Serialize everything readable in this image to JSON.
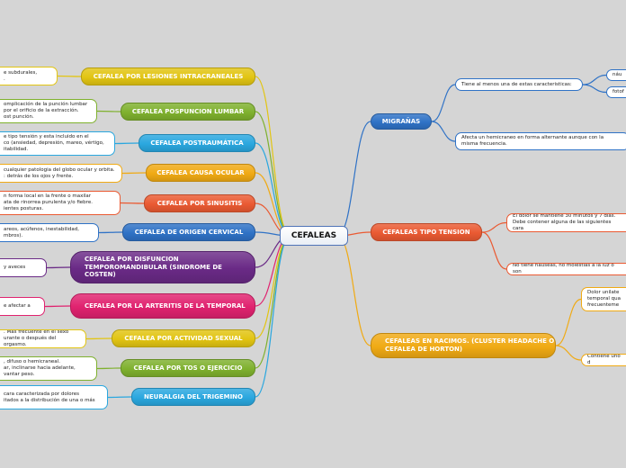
{
  "central": "CEFALEAS",
  "left_branches": [
    {
      "label": "CEFALEA POR LESIONES INTRACRANEALES",
      "color": "#e2c513",
      "note": "e subdurales,\n."
    },
    {
      "label": "CEFALEA POSPUNCION LUMBAR",
      "color": "#7fb12e",
      "note": "omplicación de la punción lumbar\npor el orificio de la extracción.\nost punción."
    },
    {
      "label": "CEFALEA POSTRAUMÁTICA",
      "color": "#2aa7df",
      "note": "e tipo tensión y esta incluido en el\nco (ansiedad, depresión, mareo, vértigo,\nitabilidad."
    },
    {
      "label": "CEFALEA CAUSA OCULAR",
      "color": "#f0aa14",
      "note": "cualquier patologia del globo ocular y orbita.\n: detrás de los ojos y frente."
    },
    {
      "label": "CEFALEA POR SINUSITIS",
      "color": "#ea5a32",
      "note": "n forma local en la frente o maxilar\nata de rinorrea purulenta y/o fiebre.\nientes posturas."
    },
    {
      "label": "CEFALEA DE ORIGEN CERVICAL",
      "color": "#2f72c6",
      "note": "areos, acúfenos, inestabilidad,\nmbros)."
    },
    {
      "label": "CEFALEA POR DISFUNCION TEMPOROMANDIBULAR (SINDROME DE COSTEN)",
      "color": "#6a2a86",
      "note": "y aveces"
    },
    {
      "label": "CEFALEA POR LA ARTERITIS DE LA TEMPORAL",
      "color": "#e0226f",
      "note": "e afectar a"
    },
    {
      "label": "CEFALEA POR ACTIVIDAD SEXUAL",
      "color": "#e2c513",
      "note": ". Más frecuente en el sexo\nurante o después del orgasmo."
    },
    {
      "label": "CEFALEA POR TOS O EJERCICIO",
      "color": "#7fb12e",
      "note": ", difuso o hemicraneal.\nar, inclinarse hacia adelante,\nvantar peso."
    },
    {
      "label": "NEURALGIA DEL TRIGEMINO",
      "color": "#2aa7df",
      "note": "cara caracterizada por dolores\nitados a la distribución de una o más"
    }
  ],
  "right_branches": [
    {
      "label": "MIGRAÑAS",
      "color": "#2f72c6",
      "notes": [
        "Tiene al menos una de estas caracteristicas:",
        "Afecta un hemicraneo en forma alternante aunque con la\nmisma frecuencia."
      ],
      "subnotes": [
        "náu",
        "fotof"
      ]
    },
    {
      "label": "CEFALEAS TIPO TENSION",
      "color": "#ea5a32",
      "notes": [
        "El dolor se mantiene 30 minutos y 7 días.\nDebe contener alguna de las siguientes cara",
        "No tiene nauseas, no molestias a la luz o son"
      ]
    },
    {
      "label": "CEFALEAS EN RACIMOS. (CLUSTER HEADACHE O CEFALEA DE HORTON)",
      "color": "#f0aa14",
      "notes": [
        "Dolor unilate\ntemporal qua\nfrecuenteme",
        "Contiene uno d"
      ]
    }
  ]
}
